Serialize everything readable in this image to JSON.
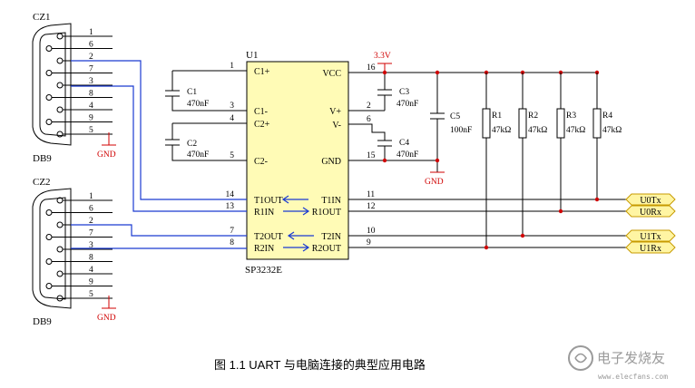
{
  "connector_top": {
    "ref": "CZ1",
    "type": "DB9",
    "gnd": "GND",
    "pins": [
      "1",
      "6",
      "2",
      "7",
      "3",
      "8",
      "4",
      "9",
      "5"
    ]
  },
  "connector_bottom": {
    "ref": "CZ2",
    "type": "DB9",
    "gnd": "GND",
    "pins": [
      "1",
      "6",
      "2",
      "7",
      "3",
      "8",
      "4",
      "9",
      "5"
    ]
  },
  "chip": {
    "ref": "U1",
    "part": "SP3232E",
    "left_pins": [
      {
        "num": "1",
        "name": "C1+"
      },
      {
        "num": "3",
        "name": "C1-"
      },
      {
        "num": "4",
        "name": "C2+"
      },
      {
        "num": "5",
        "name": "C2-"
      },
      {
        "num": "14",
        "name": "T1OUT"
      },
      {
        "num": "13",
        "name": "R1IN"
      },
      {
        "num": "7",
        "name": "T2OUT"
      },
      {
        "num": "8",
        "name": "R2IN"
      }
    ],
    "right_pins": [
      {
        "num": "16",
        "name": "VCC"
      },
      {
        "num": "2",
        "name": "V+"
      },
      {
        "num": "6",
        "name": "V-"
      },
      {
        "num": "15",
        "name": "GND"
      },
      {
        "num": "11",
        "name": "T1IN"
      },
      {
        "num": "12",
        "name": "R1OUT"
      },
      {
        "num": "10",
        "name": "T2IN"
      },
      {
        "num": "9",
        "name": "R2OUT"
      }
    ]
  },
  "capacitors": [
    {
      "ref": "C1",
      "value": "470nF"
    },
    {
      "ref": "C2",
      "value": "470nF"
    },
    {
      "ref": "C3",
      "value": "470nF"
    },
    {
      "ref": "C4",
      "value": "470nF"
    },
    {
      "ref": "C5",
      "value": "100nF"
    }
  ],
  "resistors": [
    {
      "ref": "R1",
      "value": "47kΩ"
    },
    {
      "ref": "R2",
      "value": "47kΩ"
    },
    {
      "ref": "R3",
      "value": "47kΩ"
    },
    {
      "ref": "R4",
      "value": "47kΩ"
    }
  ],
  "power": {
    "supply": "3.3V",
    "gnd": "GND"
  },
  "nets": [
    "U0Tx",
    "U0Rx",
    "U1Tx",
    "U1Rx"
  ],
  "caption": "图 1.1    UART 与电脑连接的典型应用电路",
  "watermark": {
    "text": "电子发烧友",
    "url": "www.elecfans.com"
  },
  "colors": {
    "wire": "#000000",
    "signal": "#1b3bd1",
    "power": "#d00000",
    "chip_fill": "#fffbb6"
  }
}
